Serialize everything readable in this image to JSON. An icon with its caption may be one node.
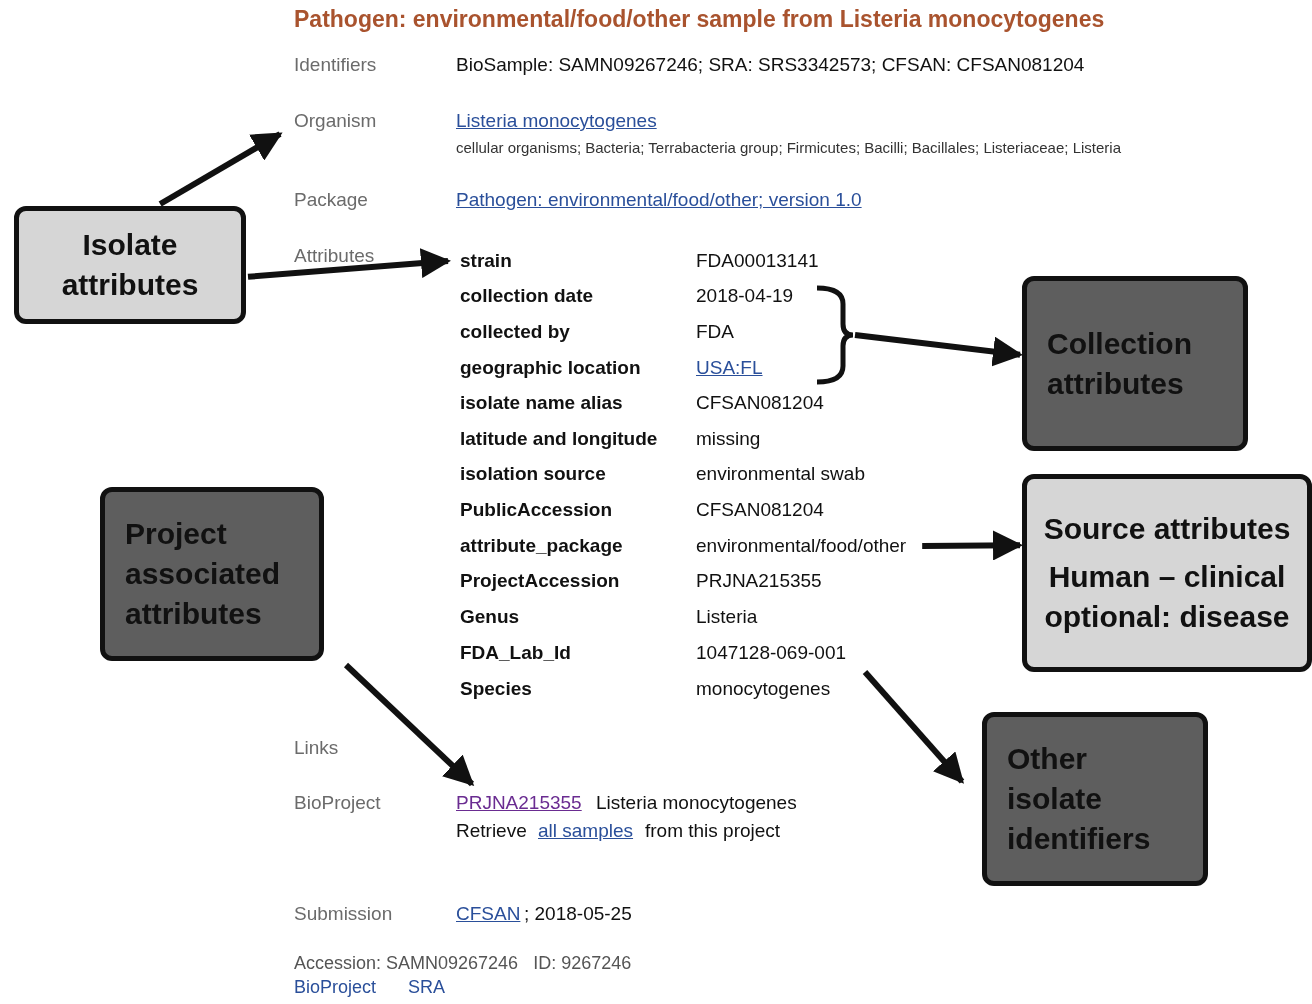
{
  "diagram": {
    "title": "Pathogen: environmental/food/other sample from Listeria monocytogenes",
    "nodes": [
      {
        "text": [
          "Isolate attributes"
        ]
      },
      {
        "text": [
          "Organism"
        ]
      },
      {
        "text": [
          "strain"
        ]
      },
      {
        "text": [],
        "shape": "bracket"
      },
      {
        "text": [
          "Collection attributes"
        ]
      },
      {
        "text": [
          "environmental/food/other"
        ]
      },
      {
        "text": [
          "Source attributes",
          "Human – clinical optional: disease"
        ]
      },
      {
        "text": [
          "Project associated attributes"
        ]
      },
      {
        "text": [
          "PRJNA215355"
        ]
      },
      {
        "text": [
          "Other isolate identifiers"
        ]
      }
    ],
    "edges": [
      {
        "from": 0,
        "to": 1,
        "arrow": "to"
      },
      {
        "from": 0,
        "to": 2,
        "arrow": "to"
      },
      {
        "from": 3,
        "to": 4,
        "arrow": "to"
      },
      {
        "from": 5,
        "to": 6,
        "arrow": "to"
      },
      {
        "from": 7,
        "to": 8,
        "arrow": "to"
      },
      {
        "from": null,
        "to": 9,
        "arrow": "to"
      }
    ],
    "labels": [
      "Identifiers",
      "BioSample: SAMN09267246; SRA: SRS3342573; CFSAN: CFSAN081204",
      "Listeria monocytogenes",
      "cellular organisms; Bacteria; Terrabacteria group; Firmicutes; Bacilli; Bacillales; Listeriaceae; Listeria",
      "Package",
      "Pathogen: environmental/food/other; version 1.0",
      "Attributes",
      "FDA00013141",
      "collection date",
      "2018-04-19",
      "collected by",
      "FDA",
      "geographic location",
      "USA:FL",
      "isolate name alias",
      "CFSAN081204",
      "latitude and longitude",
      "missing",
      "isolation source",
      "environmental swab",
      "PublicAccession",
      "CFSAN081204",
      "attribute_package",
      "ProjectAccession",
      "PRJNA215355",
      "Genus",
      "Listeria",
      "FDA_Lab_Id",
      "1047128-069-001",
      "Species",
      "monocytogenes",
      "Links",
      "BioProject",
      "Listeria monocytogenes",
      "Retrieve",
      "all samples",
      "from this project",
      "Submission",
      "CFSAN",
      "; 2018-05-25",
      "Accession: SAMN09267246   ID: 9267246",
      "BioProject",
      "SRA"
    ]
  }
}
